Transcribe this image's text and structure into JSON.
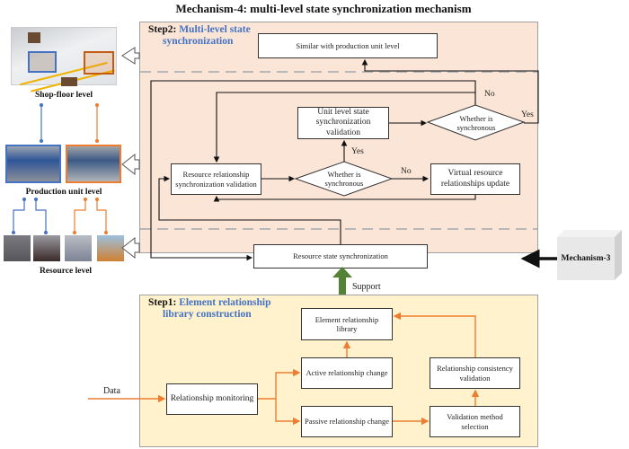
{
  "title": "Mechanism-4: multi-level state synchronization mechanism",
  "colors": {
    "step2_bg": "#fbe5d6",
    "step1_bg": "#fff2cc",
    "step_title_accent": "#4472c4",
    "orange_arrow": "#ed7d31",
    "blue_line": "#4472c4",
    "support_arrow": "#548235",
    "mechanism3_box": "#e8e8e8"
  },
  "levels": {
    "shop_floor": "Shop-floor  level",
    "production_unit": "Production unit level",
    "resource": "Resource level"
  },
  "step2": {
    "prefix": "Step2:",
    "name_line1": "Multi-level state",
    "name_line2": "synchronization",
    "boxes": {
      "similar": "Similar with production unit level",
      "unit_validation": "Unit level state synchronization validation",
      "resource_rel_validation": "Resource relationship synchronization validation",
      "virtual_update": "Virtual resource relationships update",
      "resource_state_sync": "Resource state synchronization"
    },
    "decisions": {
      "upper": "Whether is synchronous",
      "lower": "Whether is synchronous"
    },
    "edge_labels": {
      "no_upper": "No",
      "yes_upper": "Yes",
      "yes_lower": "Yes",
      "no_lower": "No"
    }
  },
  "support_label": "Support",
  "mechanism3": "Mechanism-3",
  "step1": {
    "prefix": "Step1:",
    "name_line1": "Element relationship",
    "name_line2": "library construction",
    "input_label": "Data",
    "boxes": {
      "library": "Element relationship library",
      "active": "Active relationship change",
      "monitoring": "Relationship monitoring",
      "passive": "Passive relationship change",
      "consistency": "Relationship consistency validation",
      "method": "Validation method selection"
    }
  }
}
